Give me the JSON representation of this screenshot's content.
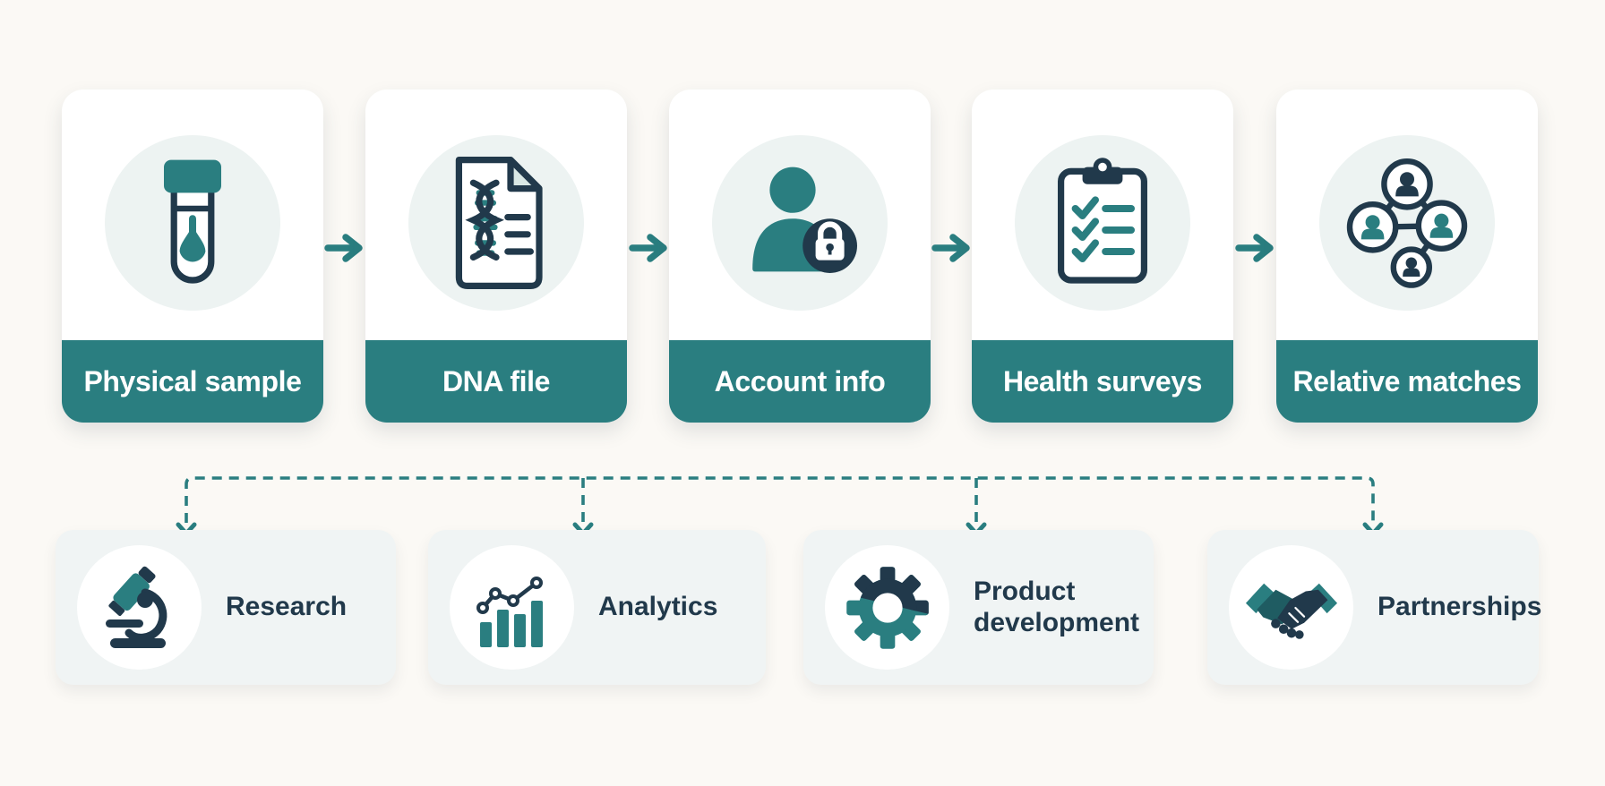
{
  "colors": {
    "teal": "#2A7E80",
    "navy": "#21394B",
    "background": "#FBF9F5",
    "card_background": "#FFFFFF",
    "tile_background": "#F0F4F4",
    "icon_halo": "#EDF3F2",
    "label_text": "#FFFFFF"
  },
  "flow_steps": [
    {
      "label": "Physical sample",
      "icon": "test-tube-icon"
    },
    {
      "label": "DNA file",
      "icon": "dna-document-icon"
    },
    {
      "label": "Account info",
      "icon": "user-lock-icon"
    },
    {
      "label": "Health surveys",
      "icon": "checklist-icon"
    },
    {
      "label": "Relative matches",
      "icon": "family-network-icon"
    }
  ],
  "data_uses": [
    {
      "label": "Research",
      "icon": "microscope-icon"
    },
    {
      "label": "Analytics",
      "icon": "bar-chart-icon"
    },
    {
      "label": "Product development",
      "icon": "gear-icon"
    },
    {
      "label": "Partnerships",
      "icon": "handshake-icon"
    }
  ]
}
